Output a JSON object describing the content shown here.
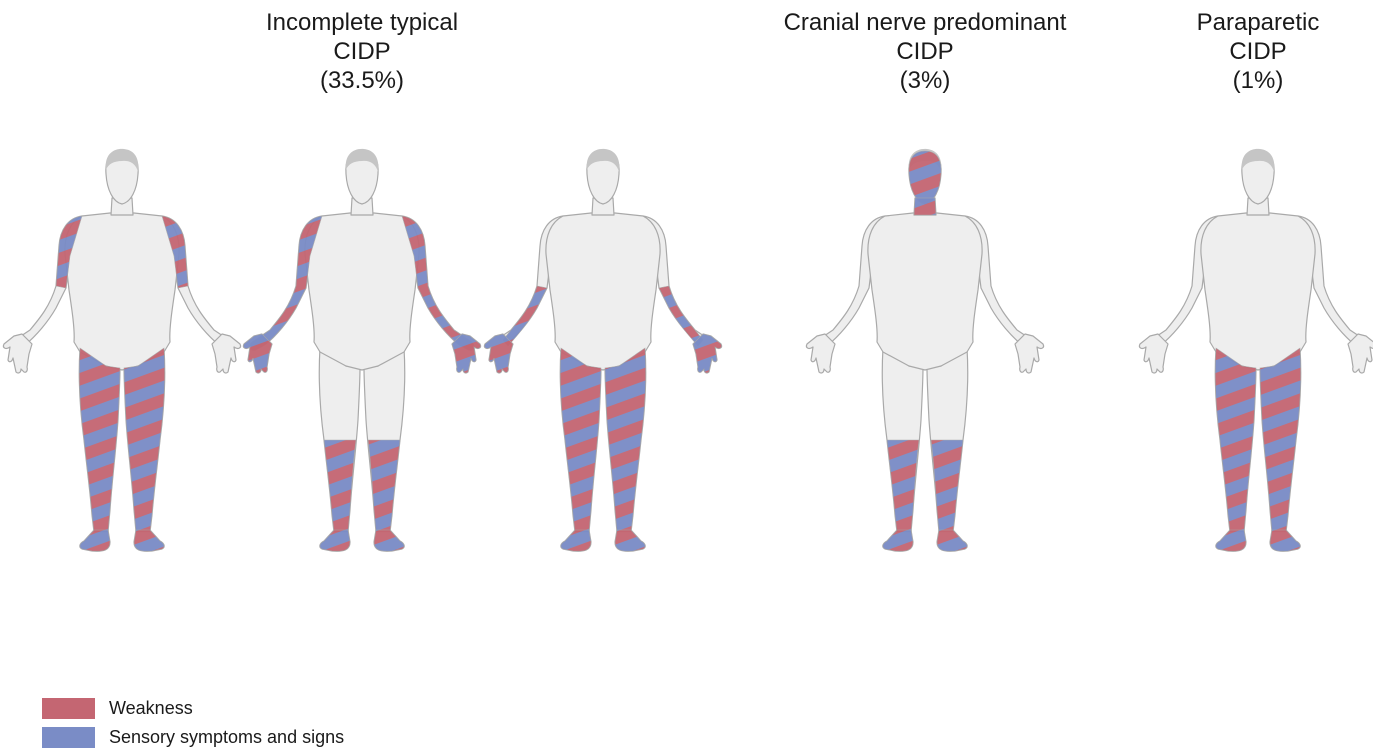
{
  "titles": [
    {
      "lines": [
        "Incomplete typical",
        "CIDP",
        "(33.5%)"
      ]
    },
    {
      "lines": [
        "Cranial nerve predominant",
        "CIDP",
        "(3%)"
      ]
    },
    {
      "lines": [
        "Paraparetic",
        "CIDP",
        "(1%)"
      ]
    }
  ],
  "colors": {
    "weakness": "#c46672",
    "sensory": "#7a8cc6",
    "skin": "#eeeeee",
    "skin_outline": "#a9a9a9",
    "hair": "#c5c5c5"
  },
  "figures": [
    {
      "name": "figure-incomplete-typical-1",
      "affected_regions": [
        "upper-arms",
        "full-legs"
      ]
    },
    {
      "name": "figure-incomplete-typical-2",
      "affected_regions": [
        "full-arms",
        "hands",
        "lower-legs",
        "feet"
      ]
    },
    {
      "name": "figure-incomplete-typical-3",
      "affected_regions": [
        "forearms",
        "hands",
        "full-legs",
        "feet"
      ]
    },
    {
      "name": "figure-cranial-nerve-predominant",
      "affected_regions": [
        "head",
        "lower-legs",
        "feet"
      ]
    },
    {
      "name": "figure-paraparetic",
      "affected_regions": [
        "full-legs",
        "feet"
      ]
    }
  ],
  "legend": [
    {
      "label": "Weakness",
      "color": "#c46672"
    },
    {
      "label": "Sensory symptoms and signs",
      "color": "#7a8cc6"
    }
  ]
}
